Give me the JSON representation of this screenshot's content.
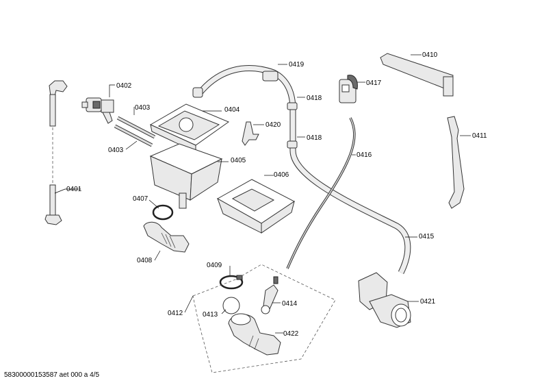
{
  "labels": {
    "p0401": "0401",
    "p0402": "0402",
    "p0403a": "0403",
    "p0403b": "0403",
    "p0404": "0404",
    "p0405": "0405",
    "p0406": "0406",
    "p0407": "0407",
    "p0408": "0408",
    "p0409": "0409",
    "p0410": "0410",
    "p0411": "0411",
    "p0412": "0412",
    "p0413": "0413",
    "p0414": "0414",
    "p0415": "0415",
    "p0416": "0416",
    "p0417": "0417",
    "p0418a": "0418",
    "p0418b": "0418",
    "p0419": "0419",
    "p0420": "0420",
    "p0421": "0421",
    "p0422": "0422"
  },
  "footer": "58300000153587 aet 000 a 4/5"
}
